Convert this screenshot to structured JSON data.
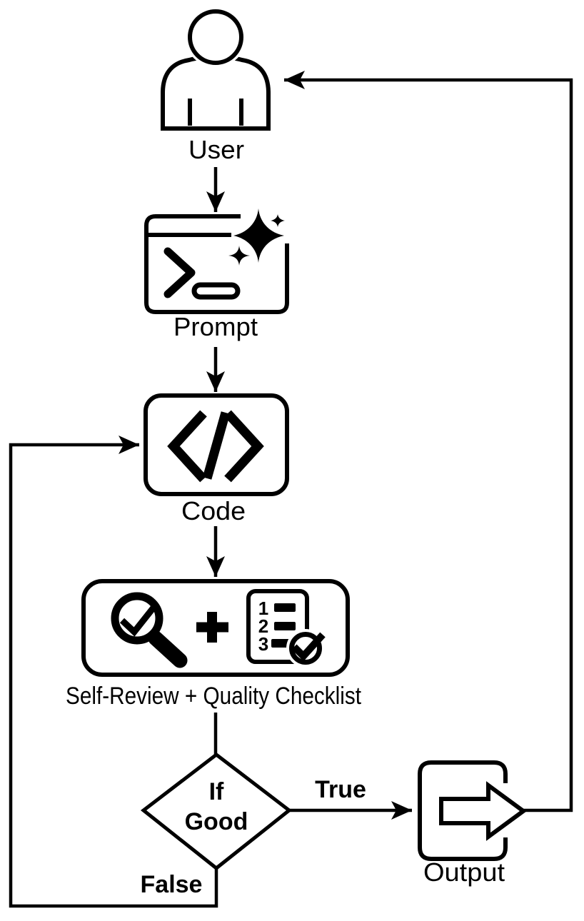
{
  "diagram": {
    "type": "flowchart",
    "background": "#ffffff",
    "stroke_color": "#000000",
    "nodes": {
      "user": {
        "label": "User",
        "icon": "person-icon"
      },
      "prompt": {
        "label": "Prompt",
        "icon": "terminal-sparkle-icon"
      },
      "code": {
        "label": "Code",
        "icon": "code-brackets-icon"
      },
      "review": {
        "label": "Self-Review + Quality Checklist",
        "icons": "magnifier-check-icon + plus-icon + checklist-icon"
      },
      "decision": {
        "line1": "If",
        "line2": "Good"
      },
      "output": {
        "label": "Output",
        "icon": "export-arrow-icon"
      }
    },
    "edges": {
      "true_branch": {
        "label": "True"
      },
      "false_branch": {
        "label": "False"
      }
    },
    "icons": {
      "checklist_numbers": [
        "1",
        "2",
        "3"
      ]
    }
  }
}
